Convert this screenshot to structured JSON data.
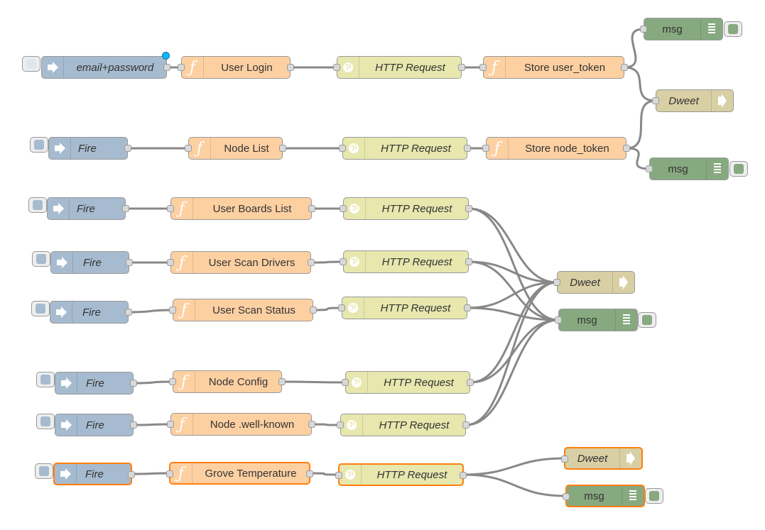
{
  "canvas": {
    "wire_color": "#888888",
    "selection_color": "#ff7f0e",
    "changed_badge_color": "#00bcff"
  },
  "node_types": {
    "inject": {
      "color": "#a6bbcf",
      "icon": "inject-arrow-icon"
    },
    "function": {
      "color": "#fdd0a2",
      "icon": "function-icon"
    },
    "http request": {
      "color": "#e7e7ae",
      "icon": "globe-icon"
    },
    "debug": {
      "color": "#87a980",
      "icon": "debug-list-icon"
    },
    "dweet": {
      "color": "#d8cfa4",
      "icon": "arrow-out-icon"
    }
  },
  "nodes": {
    "inj1": {
      "label": "email+password"
    },
    "fn1": {
      "label": "User Login"
    },
    "http1": {
      "label": "HTTP Request"
    },
    "fn1b": {
      "label": "Store user_token"
    },
    "dbg_top1": {
      "label": "msg"
    },
    "dweet_top": {
      "label": "Dweet"
    },
    "dbg_top2": {
      "label": "msg"
    },
    "inj2": {
      "label": "Fire"
    },
    "fn2": {
      "label": "Node List"
    },
    "http2": {
      "label": "HTTP Request"
    },
    "fn2b": {
      "label": "Store node_token"
    },
    "inj3": {
      "label": "Fire"
    },
    "fn3": {
      "label": "User Boards List"
    },
    "http3": {
      "label": "HTTP Request"
    },
    "inj4": {
      "label": "Fire"
    },
    "fn4": {
      "label": "User Scan Drivers"
    },
    "http4": {
      "label": "HTTP Request"
    },
    "inj5": {
      "label": "Fire"
    },
    "fn5": {
      "label": "User Scan Status"
    },
    "http5": {
      "label": "HTTP Request"
    },
    "dweet_mid": {
      "label": "Dweet"
    },
    "dbg_mid": {
      "label": "msg"
    },
    "inj6": {
      "label": "Fire"
    },
    "fn6": {
      "label": "Node Config"
    },
    "http6": {
      "label": "HTTP Request"
    },
    "inj7": {
      "label": "Fire"
    },
    "fn7": {
      "label": "Node .well-known"
    },
    "http7": {
      "label": "HTTP Request"
    },
    "inj8": {
      "label": "Fire"
    },
    "fn8": {
      "label": "Grove Temperature"
    },
    "http8": {
      "label": "HTTP Request"
    },
    "dweet_bot": {
      "label": "Dweet"
    },
    "dbg_bot": {
      "label": "msg"
    }
  },
  "wires": [
    [
      "inj1",
      "fn1"
    ],
    [
      "fn1",
      "http1"
    ],
    [
      "http1",
      "fn1b"
    ],
    [
      "fn1b",
      "dbg_top1"
    ],
    [
      "fn1b",
      "dweet_top"
    ],
    [
      "inj2",
      "fn2"
    ],
    [
      "fn2",
      "http2"
    ],
    [
      "http2",
      "fn2b"
    ],
    [
      "fn2b",
      "dweet_top"
    ],
    [
      "fn2b",
      "dbg_top2"
    ],
    [
      "inj3",
      "fn3"
    ],
    [
      "fn3",
      "http3"
    ],
    [
      "http3",
      "dweet_mid"
    ],
    [
      "http3",
      "dbg_mid"
    ],
    [
      "inj4",
      "fn4"
    ],
    [
      "fn4",
      "http4"
    ],
    [
      "http4",
      "dweet_mid"
    ],
    [
      "http4",
      "dbg_mid"
    ],
    [
      "inj5",
      "fn5"
    ],
    [
      "fn5",
      "http5"
    ],
    [
      "http5",
      "dweet_mid"
    ],
    [
      "http5",
      "dbg_mid"
    ],
    [
      "inj6",
      "fn6"
    ],
    [
      "fn6",
      "http6"
    ],
    [
      "http6",
      "dweet_mid"
    ],
    [
      "http6",
      "dbg_mid"
    ],
    [
      "inj7",
      "fn7"
    ],
    [
      "fn7",
      "http7"
    ],
    [
      "http7",
      "dweet_mid"
    ],
    [
      "http7",
      "dbg_mid"
    ],
    [
      "inj8",
      "fn8"
    ],
    [
      "fn8",
      "http8"
    ],
    [
      "http8",
      "dweet_bot"
    ],
    [
      "http8",
      "dbg_bot"
    ]
  ]
}
